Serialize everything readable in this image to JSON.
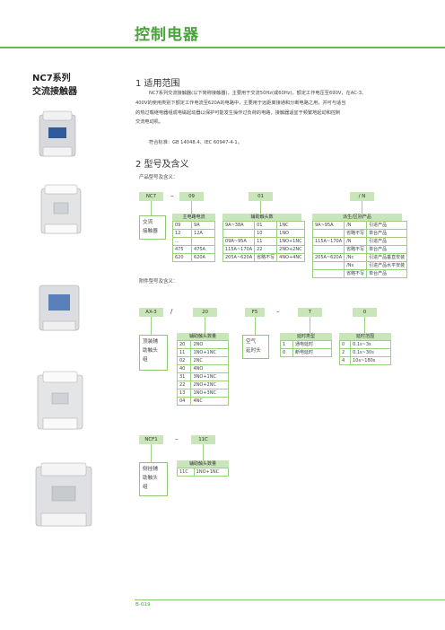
{
  "header": {
    "title": "控制电器"
  },
  "side": {
    "line1": "NC7系列",
    "line2": "交流接触器"
  },
  "sec1": {
    "title": "1 适用范围",
    "lines": [
      "NC7系列交流接触器(以下简称接触器)，主要用于交流50Hz(或60Hz)，额定工作电压至690V，在AC-3、",
      "400V的使用类别下额定工作电流至620A的电路中，主要用于远距离接通和分断电路之用，并可与适当",
      "的热过载继电器组成电磁起动器以保护可能发生操作过负荷的电路，接触器适宜于频繁地起动和控制",
      "交流电动机。"
    ],
    "standard": "符合标准：GB 14048.4、IEC 60947-4-1。"
  },
  "sec2": {
    "title": "2 型号及含义",
    "product_label": "产品型号及含义：",
    "accessory_label": "附件型号及含义："
  },
  "model1": {
    "codes": [
      "NC7",
      "09",
      "01",
      "/ N"
    ],
    "dash": "–",
    "desc": [
      "交流",
      "接触器"
    ],
    "current_head": "主电路电流",
    "current_rows": [
      [
        "09",
        "9A"
      ],
      [
        "12",
        "12A"
      ],
      [
        "...",
        ""
      ],
      [
        "475",
        "475A"
      ],
      [
        "620",
        "620A"
      ]
    ],
    "aux_head": "辅助触头数",
    "aux_rows": [
      [
        "9A~38A",
        "01",
        "1NC"
      ],
      [
        "",
        "10",
        "1NO"
      ],
      [
        "09A~95A",
        "11",
        "1NO+1NC"
      ],
      [
        "115A~170A",
        "22",
        "2NO+2NC"
      ],
      [
        "205A~620A",
        "省略不写",
        "4NO+4NC"
      ]
    ],
    "derive_head": "派生/区别产品",
    "derive_rows": [
      [
        "9A~95A",
        "/N",
        "引进产品"
      ],
      [
        "",
        "省略不写",
        "单台产品"
      ],
      [
        "115A~170A",
        "/N",
        "引进产品"
      ],
      [
        "",
        "省略不写",
        "单台产品"
      ],
      [
        "205A~620A",
        "/Nc",
        "引进产品垂直安装"
      ],
      [
        "",
        "/Ns",
        "引进产品水平安装"
      ],
      [
        "",
        "省略不写",
        "单台产品"
      ]
    ]
  },
  "model2": {
    "codes": [
      "AX-3",
      "20",
      "F5",
      "T",
      "0"
    ],
    "slash": "/",
    "dash": "–",
    "desc": [
      "顶装辅",
      "助触头",
      "组"
    ],
    "aux_head": "辅助触头数量",
    "aux_rows": [
      [
        "20",
        "2NO"
      ],
      [
        "11",
        "1NO+1NC"
      ],
      [
        "02",
        "2NC"
      ],
      [
        "40",
        "4NO"
      ],
      [
        "31",
        "3NO+1NC"
      ],
      [
        "22",
        "2NO+2NC"
      ],
      [
        "13",
        "1NO+3NC"
      ],
      [
        "04",
        "4NC"
      ]
    ],
    "air": [
      "空气",
      "延时头"
    ],
    "type_head": "延时类型",
    "type_rows": [
      [
        "1",
        "通电延时"
      ],
      [
        "0",
        "断电延时"
      ]
    ],
    "range_head": "延时范围",
    "range_rows": [
      [
        "0",
        "0.1s~3s"
      ],
      [
        "2",
        "0.1s~30s"
      ],
      [
        "4",
        "10s~180s"
      ]
    ]
  },
  "model3": {
    "codes": [
      "NCF1",
      "11C"
    ],
    "dash": "–",
    "desc": [
      "侧挂辅",
      "助触头",
      "组"
    ],
    "head": "辅助触头数量",
    "rows": [
      [
        "11C",
        "1NO+1NC"
      ]
    ]
  },
  "footer": {
    "page": "B-019"
  },
  "colors": {
    "brand_green": "#4aa33c",
    "light_green": "#c9e6b8",
    "line_green": "#9ccf7f"
  }
}
